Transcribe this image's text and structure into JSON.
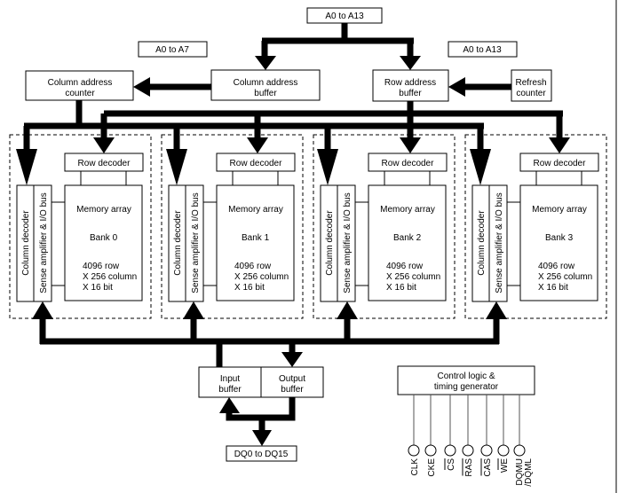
{
  "diagram": {
    "title": "SDRAM block diagram",
    "address_input": "A0 to A13",
    "column_address_label": "A0 to A7",
    "row_address_label": "A0 to A13",
    "column_address_counter": [
      "Column address",
      "counter"
    ],
    "column_address_buffer": [
      "Column address",
      "buffer"
    ],
    "row_address_buffer": [
      "Row address",
      "buffer"
    ],
    "refresh_counter": [
      "Refresh",
      "counter"
    ],
    "banks": [
      {
        "name": "Bank 0",
        "row_decoder": "Row decoder",
        "column_decoder": "Column decoder",
        "sense_amp": "Sense amplifier & I/O bus",
        "array_title": "Memory array",
        "specs": [
          "4096 row",
          "X 256 column",
          "X 16 bit"
        ]
      },
      {
        "name": "Bank 1",
        "row_decoder": "Row decoder",
        "column_decoder": "Column decoder",
        "sense_amp": "Sense amplifier & I/O bus",
        "array_title": "Memory array",
        "specs": [
          "4096 row",
          "X 256 column",
          "X 16 bit"
        ]
      },
      {
        "name": "Bank 2",
        "row_decoder": "Row decoder",
        "column_decoder": "Column decoder",
        "sense_amp": "Sense amplifier & I/O bus",
        "array_title": "Memory array",
        "specs": [
          "4096 row",
          "X 256 column",
          "X 16 bit"
        ]
      },
      {
        "name": "Bank 3",
        "row_decoder": "Row decoder",
        "column_decoder": "Column decoder",
        "sense_amp": "Sense amplifier & I/O bus",
        "array_title": "Memory array",
        "specs": [
          "4096 row",
          "X 256 column",
          "X 16 bit"
        ]
      }
    ],
    "input_buffer": [
      "Input",
      "buffer"
    ],
    "output_buffer": [
      "Output",
      "buffer"
    ],
    "data_io": "DQ0 to DQ15",
    "control_logic": [
      "Control logic &",
      "timing generator"
    ],
    "control_pins": [
      {
        "label": "CLK",
        "active_low": false
      },
      {
        "label": "CKE",
        "active_low": false
      },
      {
        "label": "CS",
        "active_low": true
      },
      {
        "label": "RAS",
        "active_low": true
      },
      {
        "label": "CAS",
        "active_low": true
      },
      {
        "label": "WE",
        "active_low": true
      },
      {
        "label": "DQMU/DQML",
        "lines": [
          "DQMU",
          "/DQML"
        ],
        "active_low": false
      }
    ]
  }
}
